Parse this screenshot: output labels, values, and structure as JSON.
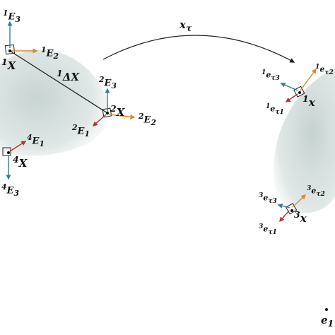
{
  "reference": {
    "point_1": {
      "sup": "1",
      "name": "X"
    },
    "point_2": {
      "sup": "2",
      "name": "X"
    },
    "point_4": {
      "sup": "4",
      "name": "X"
    },
    "delta": {
      "sup": "1",
      "name": "ΔX"
    },
    "frame_1": {
      "e3": {
        "sup": "1",
        "base": "E",
        "sub": "3"
      },
      "e2": {
        "sup": "1",
        "base": "E",
        "sub": "2"
      }
    },
    "frame_2": {
      "e3": {
        "sup": "2",
        "base": "E",
        "sub": "3"
      },
      "e2": {
        "sup": "2",
        "base": "E",
        "sub": "2"
      },
      "e1": {
        "sup": "2",
        "base": "E",
        "sub": "1"
      }
    },
    "frame_4": {
      "e1": {
        "sup": "4",
        "base": "E",
        "sub": "1"
      },
      "e3": {
        "sup": "4",
        "base": "E",
        "sub": "3"
      }
    }
  },
  "mapping": {
    "base": "x",
    "sub": "τ"
  },
  "current": {
    "point_1": {
      "sup": "1",
      "name": "x"
    },
    "point_3": {
      "sup": "3",
      "name": "x"
    },
    "frame_1": {
      "e3": {
        "sup": "1",
        "base": "e",
        "sub": "τ3"
      },
      "e2": {
        "sup": "1",
        "base": "e",
        "sub": "τ2"
      },
      "e1": {
        "sup": "1",
        "base": "e",
        "sub": "τ1"
      }
    },
    "frame_3": {
      "e3": {
        "sup": "3",
        "base": "e",
        "sub": "τ3"
      },
      "e2": {
        "sup": "3",
        "base": "e",
        "sub": "τ2"
      },
      "e1": {
        "sup": "3",
        "base": "e",
        "sub": "τ1"
      }
    },
    "fixed_basis": {
      "base": "e",
      "sub": "1"
    }
  },
  "colors": {
    "body_fill": "#c9d6d3",
    "axis_teal": "#2f7f8c",
    "axis_orange": "#d98b2a",
    "axis_red": "#b3352b",
    "line": "#222222"
  }
}
